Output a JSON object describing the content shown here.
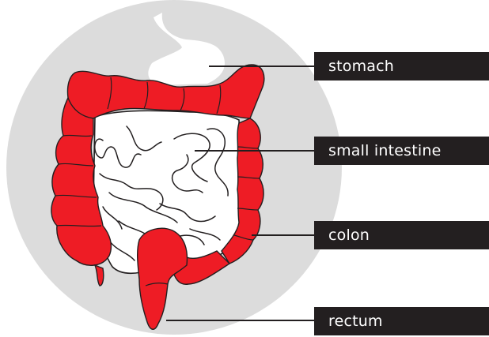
{
  "labels": {
    "stomach": "stomach",
    "small_intestine": "small intestine",
    "colon": "colon",
    "rectum": "rectum"
  },
  "colors": {
    "background_disc": "#dcdcdc",
    "colon": "#ee1c25",
    "outline": "#231f20",
    "label_box": "#231f20",
    "label_text": "#ffffff",
    "stomach": "#ffffff"
  }
}
